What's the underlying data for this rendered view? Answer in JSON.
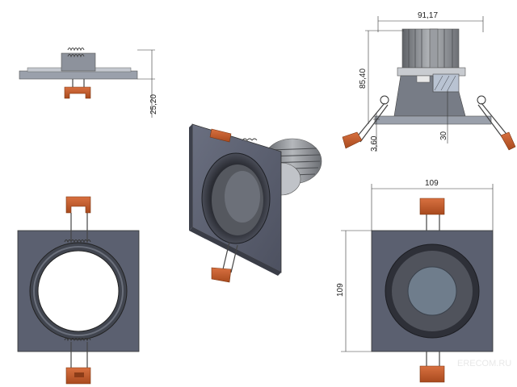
{
  "drawing": {
    "dimensions": {
      "side_height": "25,20",
      "top_width": "91,17",
      "top_height": "85,40",
      "flange": "3,60",
      "inner": "30",
      "front_width": "109",
      "front_height": "109"
    },
    "watermark": "ERECOM.RU",
    "colors": {
      "panel": "#5d6272",
      "panel_dark": "#474b58",
      "spring_clip": "#c8602a",
      "lens": "#6f7d8c",
      "heatsink": "#8a8d92"
    }
  }
}
